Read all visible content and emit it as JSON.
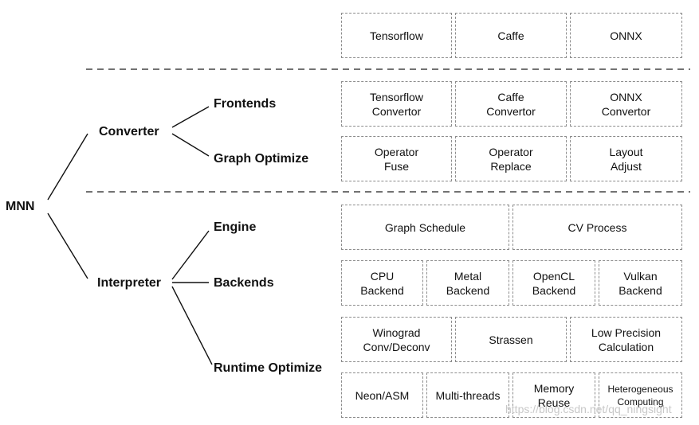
{
  "tree": {
    "root": "MNN",
    "converter": {
      "label": "Converter",
      "children": [
        "Frontends",
        "Graph Optimize"
      ]
    },
    "interpreter": {
      "label": "Interpreter",
      "children": [
        "Engine",
        "Backends",
        "Runtime Optimize"
      ]
    }
  },
  "boxes": {
    "sources": [
      "Tensorflow",
      "Caffe",
      "ONNX"
    ],
    "frontends": [
      "Tensorflow\nConvertor",
      "Caffe\nConvertor",
      "ONNX\nConvertor"
    ],
    "graph_optimize": [
      "Operator\nFuse",
      "Operator\nReplace",
      "Layout\nAdjust"
    ],
    "engine": [
      "Graph Schedule",
      "CV Process"
    ],
    "backends": [
      "CPU\nBackend",
      "Metal\nBackend",
      "OpenCL\nBackend",
      "Vulkan\nBackend"
    ],
    "runtime_row1": [
      "Winograd\nConv/Deconv",
      "Strassen",
      "Low Precision\nCalculation"
    ],
    "runtime_row2": [
      "Neon/ASM",
      "Multi-threads",
      "Memory\nReuse",
      "Heterogeneous\nComputing"
    ]
  },
  "watermark": "https://blog.csdn.net/qq_ningsight",
  "colors": {
    "line": "#111111",
    "box_border": "#8c8c8c",
    "separator": "#444444"
  }
}
